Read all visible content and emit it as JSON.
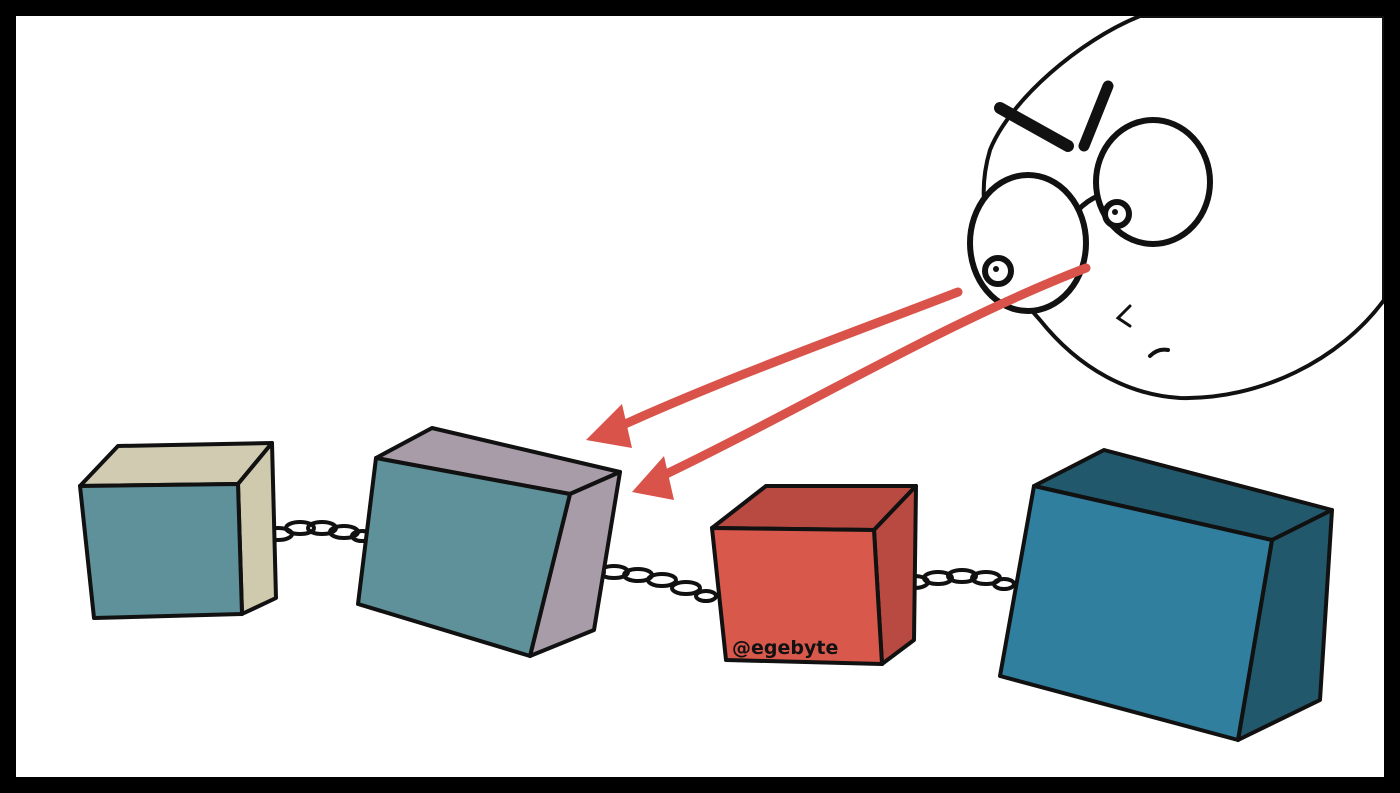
{
  "signature": "@egebyte",
  "colors": {
    "frame": "#000000",
    "background": "#ffffff",
    "outline": "#111111",
    "arrow": "#d9534a",
    "block1_front": "#5e9199",
    "block1_top": "#d1ccb1",
    "block1_side": "#cfc9ad",
    "block2_front": "#5e9199",
    "block2_top": "#a79ca8",
    "block2_side": "#a79ca8",
    "block3_front": "#d8584b",
    "block3_top": "#b84a42",
    "block3_side": "#b84a42",
    "block4_front": "#307f9f",
    "block4_top": "#22586b",
    "block4_side": "#22586b"
  },
  "scene": {
    "blocks": [
      "block-1",
      "block-2",
      "block-3",
      "block-4"
    ],
    "chains": 3,
    "observer": "face-with-glasses",
    "arrows": 2
  }
}
